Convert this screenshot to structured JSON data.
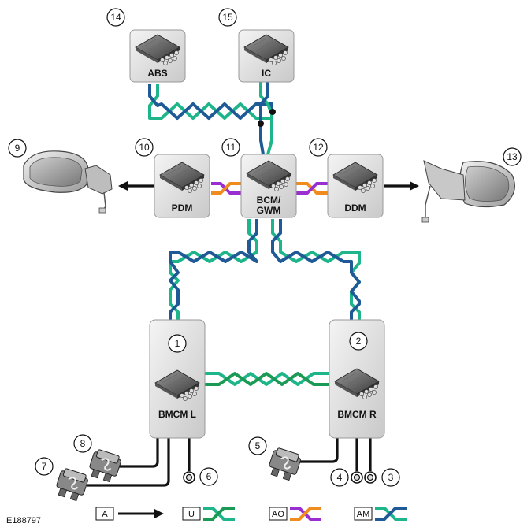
{
  "figure_id": "E188797",
  "colors": {
    "green": "#1fb58a",
    "blue": "#1f5a96",
    "purple": "#9a2fd1",
    "orange": "#f08c1e",
    "black": "#111111",
    "module_fill": "#e2e2e2"
  },
  "modules": [
    {
      "id": "abs",
      "label": "ABS",
      "callout": "14"
    },
    {
      "id": "ic",
      "label": "IC",
      "callout": "15"
    },
    {
      "id": "pdm",
      "label": "PDM",
      "callout": "10"
    },
    {
      "id": "bcm",
      "label": "BCM/",
      "label2": "GWM",
      "callout": "11"
    },
    {
      "id": "ddm",
      "label": "DDM",
      "callout": "12"
    },
    {
      "id": "bmcm-l",
      "label": "BMCM L",
      "callout": "1"
    },
    {
      "id": "bmcm-r",
      "label": "BMCM R",
      "callout": "2"
    }
  ],
  "callouts": {
    "mirror_left": "9",
    "mirror_right": "13",
    "fuse_8": "8",
    "fuse_7": "7",
    "sensor_6": "6",
    "fuse_5": "5",
    "sensor_4": "4",
    "sensor_3": "3"
  },
  "legend": [
    {
      "code": "A",
      "symbol": "arrow"
    },
    {
      "code": "U",
      "symbol": "twisted-green-green"
    },
    {
      "code": "AO",
      "symbol": "twisted-purple-orange"
    },
    {
      "code": "AM",
      "symbol": "twisted-green-blue"
    }
  ]
}
